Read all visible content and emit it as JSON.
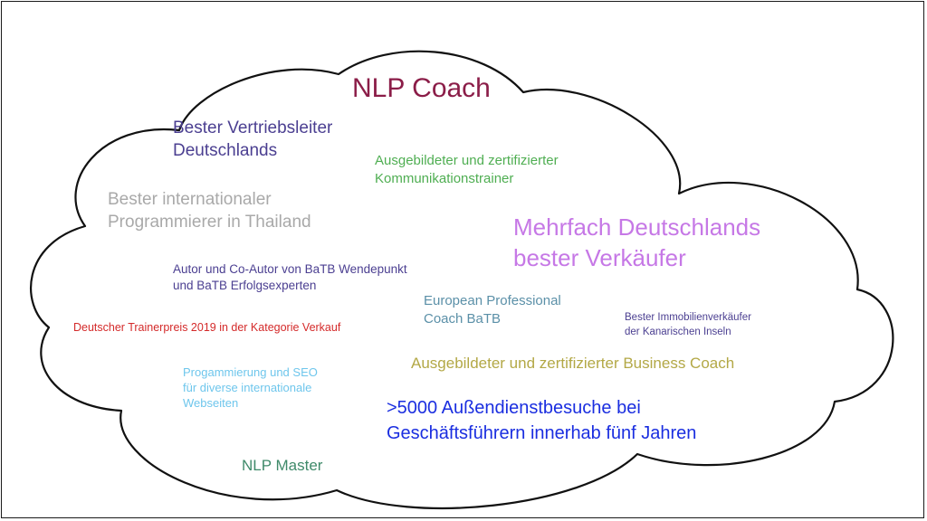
{
  "colors": {
    "frame_border": "#1a1a1a",
    "cloud_outline": "#111111",
    "nlp_coach": "#8b1d48",
    "vertriebsleiter": "#4b3f91",
    "kommunikationstrainer": "#4fae52",
    "programmierer": "#a9a9a9",
    "mehrfach": "#c678e6",
    "autor": "#4b3f91",
    "european": "#5b90a8",
    "immobilien": "#4b3f91",
    "trainerpreis": "#d42a2a",
    "business_coach": "#b3a846",
    "seo": "#6ec6ec",
    "aussendienst": "#1a2ee0",
    "nlp_master": "#3f8a6a"
  },
  "labels": {
    "nlp_coach": "NLP Coach",
    "vertriebsleiter": "Bester Vertriebsleiter\nDeutschlands",
    "kommunikationstrainer": "Ausgebildeter und zertifizierter\nKommunikationstrainer",
    "programmierer": "Bester internationaler\nProgrammierer in Thailand",
    "mehrfach": "Mehrfach Deutschlands\nbester Verkäufer",
    "autor": "Autor und Co-Autor von BaTB Wendepunkt\nund BaTB Erfolgsexperten",
    "european": "European Professional\nCoach BaTB",
    "immobilien": "Bester Immobilienverkäufer\nder Kanarischen Inseln",
    "trainerpreis": "Deutscher Trainerpreis 2019 in der Kategorie Verkauf",
    "business_coach": "Ausgebildeter und zertifizierter Business Coach",
    "seo": "Progammierung und SEO\nfür diverse internationale\nWebseiten",
    "aussendienst": ">5000 Außendienstbesuche bei\nGeschäftsführern innerhab fünf Jahren",
    "nlp_master": "NLP Master"
  }
}
